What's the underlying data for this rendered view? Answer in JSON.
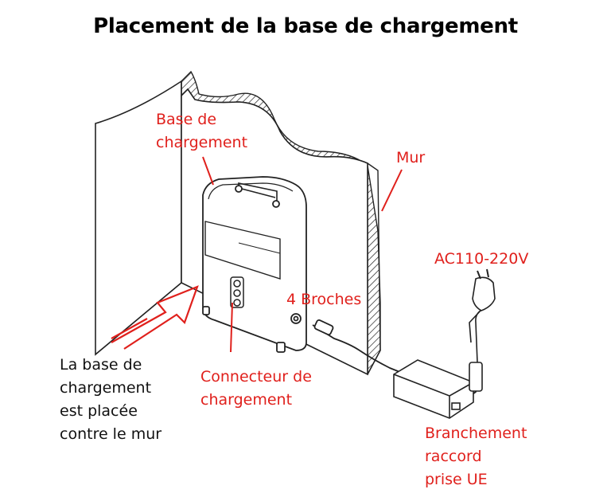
{
  "title": "Placement de la base de chargement",
  "labels": {
    "base": [
      "Base de",
      "chargement"
    ],
    "wall": "Mur",
    "voltage": "AC110-220V",
    "pins": "4 Broches",
    "connector": [
      "Connecteur de",
      "chargement"
    ],
    "placement": [
      "La base de",
      "chargement",
      "est placée",
      "contre le mur"
    ],
    "plug": [
      "Branchement",
      "raccord",
      "prise UE"
    ]
  },
  "colors": {
    "label_red": "#e0201c",
    "line": "#222222",
    "arrow": "#e0201c"
  }
}
